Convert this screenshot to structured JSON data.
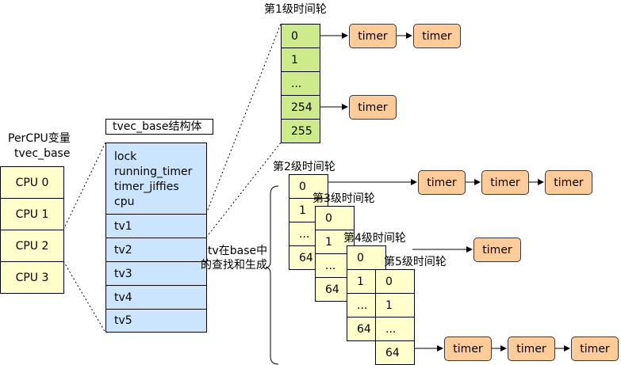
{
  "percpu": {
    "title_line1": "PerCPU变量",
    "title_line2": "tvec_base",
    "cpus": [
      "CPU 0",
      "CPU 1",
      "CPU 2",
      "CPU 3"
    ]
  },
  "tvec": {
    "title": "tvec_base结构体",
    "fields": [
      "lock",
      "running_timer",
      "timer_jiffies",
      "cpu"
    ],
    "tvs": [
      "tv1",
      "tv2",
      "tv3",
      "tv4",
      "tv5"
    ]
  },
  "brace_label": {
    "line1": "tv在base中",
    "line2": "的查找和生成"
  },
  "wheel1": {
    "title": "第1级时间轮",
    "slots": [
      "0",
      "1",
      "...",
      "254",
      "255"
    ]
  },
  "wheel2": {
    "title": "第2级时间轮",
    "slots": [
      "0",
      "1",
      "...",
      "64"
    ]
  },
  "wheel3": {
    "title": "第3级时间轮",
    "slots": [
      "0",
      "1",
      "...",
      "64"
    ]
  },
  "wheel4": {
    "title": "第4级时间轮",
    "slots": [
      "0",
      "1",
      "...",
      "64"
    ]
  },
  "wheel5": {
    "title": "第5级时间轮",
    "slots": [
      "0",
      "1",
      "...",
      "64"
    ]
  },
  "timer_label": "timer",
  "colors": {
    "cpu_fill": "#ffffcc",
    "tvec_fill": "#cce5ff",
    "wheel1_fill": "#cdeb8b",
    "wheel_fill": "#ffffcc",
    "timer_fill": "#ffcc99"
  }
}
